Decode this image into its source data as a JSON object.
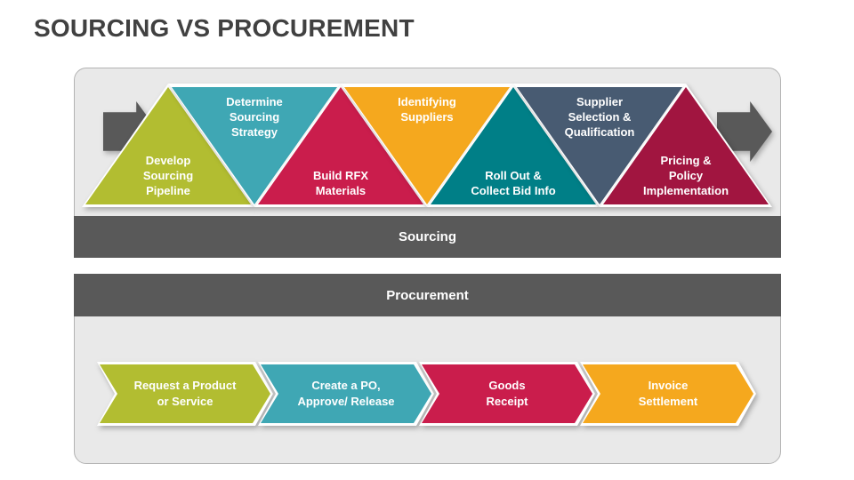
{
  "title": "SOURCING VS PROCUREMENT",
  "colors": {
    "band": "#595959",
    "arrow": "#595959",
    "panel_bg": "#e9e9e9",
    "panel_border": "#b3b3b3",
    "title_text": "#414141",
    "label_text": "#ffffff"
  },
  "sourcing": {
    "band_label": "Sourcing",
    "steps": [
      {
        "label": "Develop Sourcing Pipeline",
        "lines": [
          "Develop",
          "Sourcing",
          "Pipeline"
        ],
        "color": "#b2bd31",
        "direction": "up"
      },
      {
        "label": "Determine Sourcing Strategy",
        "lines": [
          "Determine",
          "Sourcing",
          "Strategy"
        ],
        "color": "#3fa7b4",
        "direction": "down"
      },
      {
        "label": "Build RFX Materials",
        "lines": [
          "Build RFX",
          "Materials"
        ],
        "color": "#ca1d4c",
        "direction": "up"
      },
      {
        "label": "Identifying Suppliers",
        "lines": [
          "Identifying",
          "Suppliers"
        ],
        "color": "#f5a81e",
        "direction": "down"
      },
      {
        "label": "Roll Out & Collect Bid Info",
        "lines": [
          "Roll Out &",
          "Collect Bid Info"
        ],
        "color": "#007f87",
        "direction": "up"
      },
      {
        "label": "Supplier Selection & Qualification",
        "lines": [
          "Supplier",
          "Selection &",
          "Qualification"
        ],
        "color": "#485b72",
        "direction": "down"
      },
      {
        "label": "Pricing & Policy Implementation",
        "lines": [
          "Pricing &",
          "Policy",
          "Implementation"
        ],
        "color": "#a11540",
        "direction": "up"
      }
    ]
  },
  "procurement": {
    "band_label": "Procurement",
    "steps": [
      {
        "label": "Request a Product or Service",
        "lines": [
          "Request a Product",
          "or Service"
        ],
        "color": "#b2bd31"
      },
      {
        "label": "Create a PO, Approve/ Release",
        "lines": [
          "Create a PO,",
          "Approve/ Release"
        ],
        "color": "#3fa7b4"
      },
      {
        "label": "Goods Receipt",
        "lines": [
          "Goods",
          "Receipt"
        ],
        "color": "#ca1d4c"
      },
      {
        "label": "Invoice Settlement",
        "lines": [
          "Invoice",
          "Settlement"
        ],
        "color": "#f5a81e"
      }
    ]
  }
}
